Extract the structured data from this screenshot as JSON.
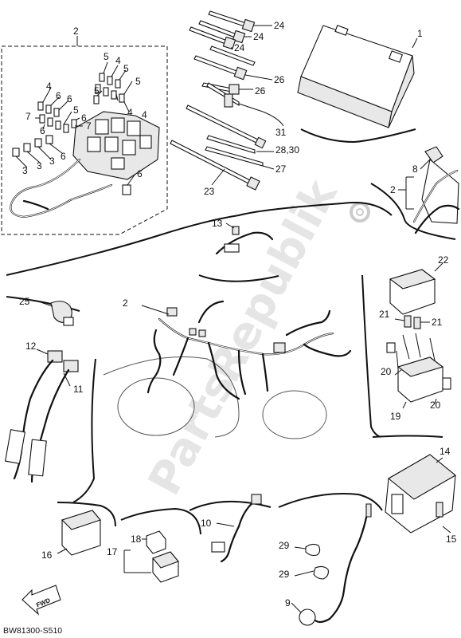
{
  "diagram_code": "BW81300-S510",
  "fwd_label": "FWD",
  "watermark": {
    "brand": "Parts",
    "suffix": "Republik"
  },
  "callouts": {
    "n1": "1",
    "n2a": "2",
    "n2b": "2",
    "n2c": "2",
    "n3a": "3",
    "n3b": "3",
    "n3c": "3",
    "n4a": "4",
    "n4b": "4",
    "n4c": "4",
    "n4d": "4",
    "n5a": "5",
    "n5b": "5",
    "n5c": "5",
    "n5d": "5",
    "n6a": "6",
    "n6b": "6",
    "n6c": "6",
    "n6d": "6",
    "n6e": "6",
    "n7a": "7",
    "n7b": "7",
    "n8": "8",
    "n9": "9",
    "n10": "10",
    "n11": "11",
    "n12": "12",
    "n13": "13",
    "n14": "14",
    "n15": "15",
    "n16": "16",
    "n17": "17",
    "n18": "18",
    "n19": "19",
    "n20a": "20",
    "n20b": "20",
    "n21a": "21",
    "n21b": "21",
    "n22": "22",
    "n23": "23",
    "n24a": "24",
    "n24b": "24",
    "n24c": "24",
    "n25": "25",
    "n26a": "26",
    "n26b": "26",
    "n27": "27",
    "n28": "28,30",
    "n29a": "29",
    "n29b": "29",
    "n31": "31"
  },
  "colors": {
    "ink": "#111111",
    "watermark": "#d0d0d0",
    "part_fill": "#e8e8e8"
  }
}
